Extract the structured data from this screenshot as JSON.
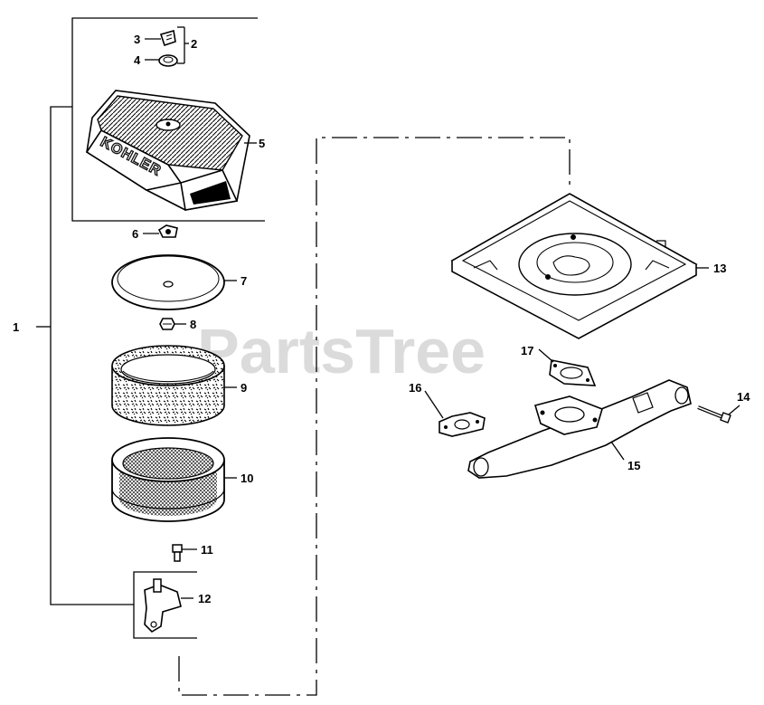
{
  "watermark": "PartsTree",
  "brand_label": "KOHLER",
  "callouts": {
    "c1": "1",
    "c2": "2",
    "c3": "3",
    "c4": "4",
    "c5": "5",
    "c6": "6",
    "c7": "7",
    "c8": "8",
    "c9": "9",
    "c10": "10",
    "c11": "11",
    "c12": "12",
    "c13": "13",
    "c14": "14",
    "c15": "15",
    "c16": "16",
    "c17": "17"
  }
}
